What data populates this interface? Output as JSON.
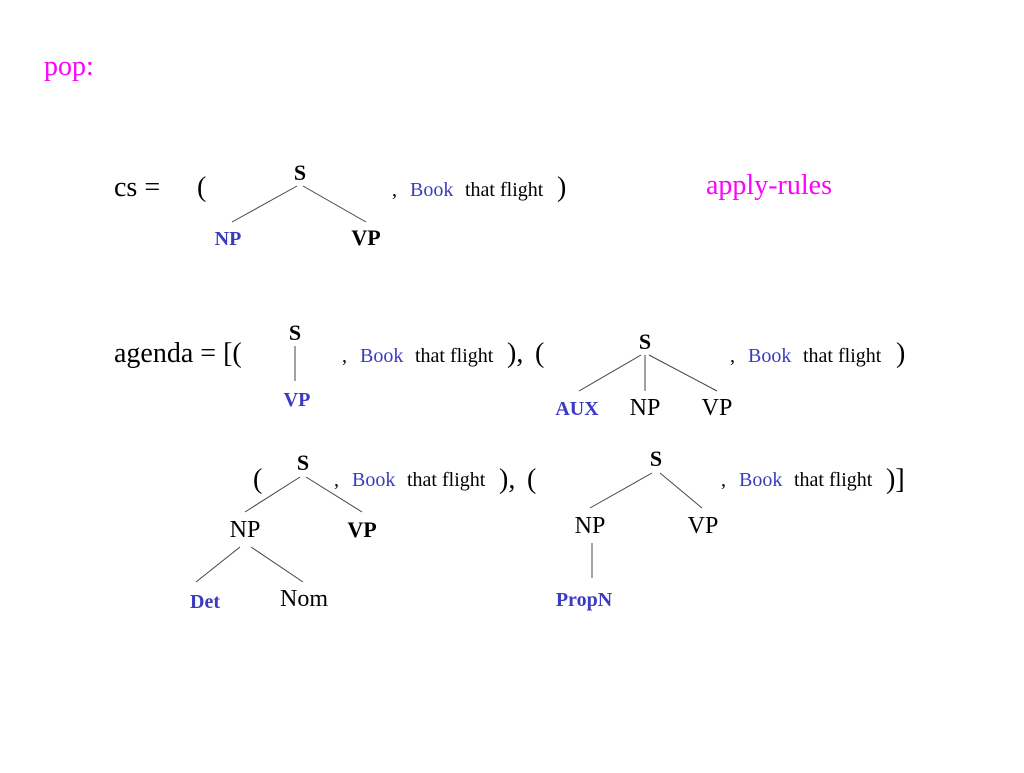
{
  "slide": {
    "pop_label": "pop:",
    "cs_label": "cs =",
    "apply_rules": "apply-rules",
    "agenda_label": "agenda = [(",
    "comma": ",",
    "word_book": "Book",
    "word_rest": "that flight",
    "open_paren": "(",
    "close_paren": ")",
    "close_paren_comma": "),",
    "close_paren_bracket": ")]"
  },
  "trees": {
    "cs_tree": {
      "root": "S",
      "children": [
        "NP",
        "VP"
      ]
    },
    "agenda_1": {
      "root": "S",
      "child": "VP"
    },
    "agenda_2": {
      "root": "S",
      "children": [
        "AUX",
        "NP",
        "VP"
      ]
    },
    "agenda_3": {
      "root": "S",
      "children": [
        "NP",
        "VP"
      ],
      "np_children": [
        "Det",
        "Nom"
      ]
    },
    "agenda_4": {
      "root": "S",
      "children": [
        "NP",
        "VP"
      ],
      "np_child": "PropN"
    }
  },
  "colors": {
    "magenta": "#ff00ff",
    "blue": "#3b3bbf",
    "black": "#000000"
  }
}
